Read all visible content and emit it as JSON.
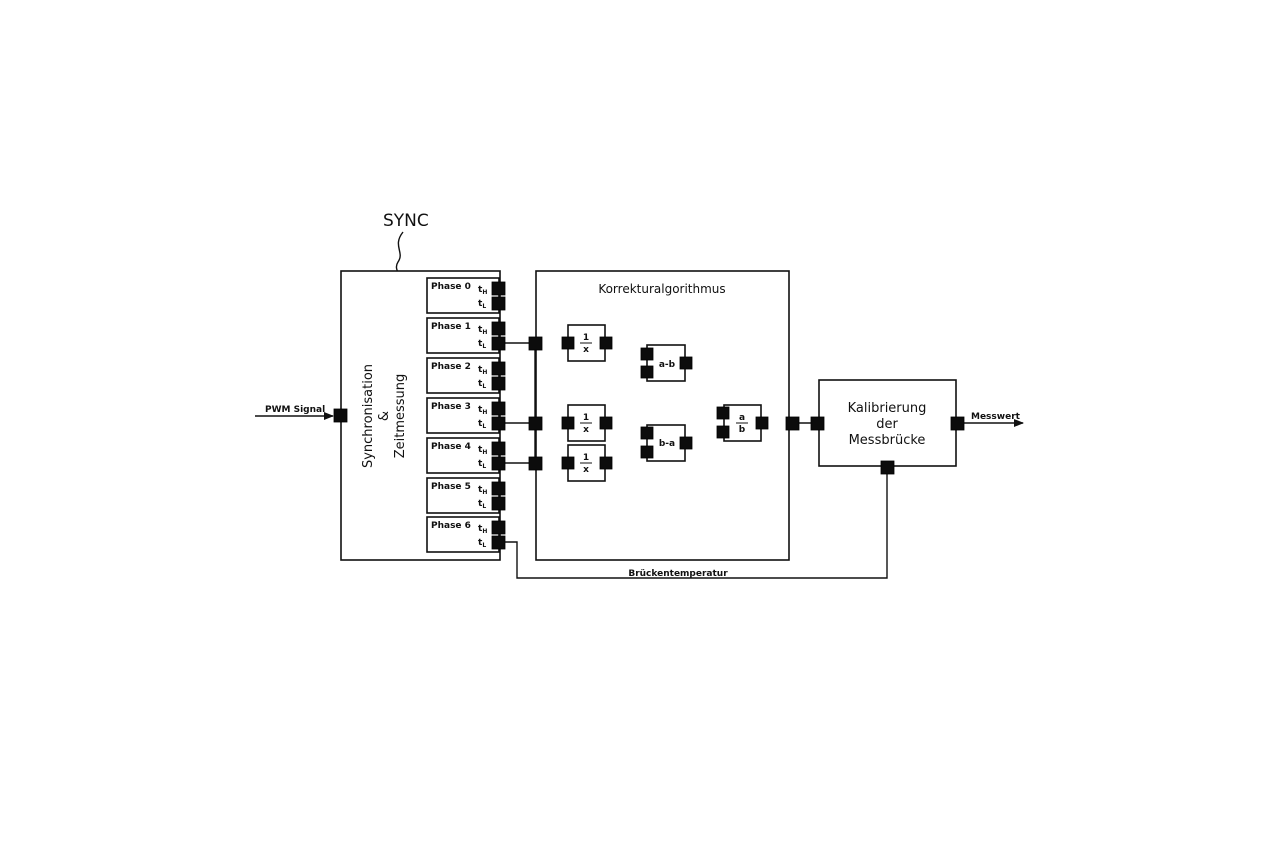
{
  "callout": "SYNC",
  "sync_block": {
    "title_line1": "Synchronisation",
    "title_line2": "&",
    "title_line3": "Zeitmessung"
  },
  "phases": [
    {
      "label": "Phase 0",
      "th": "t",
      "th_sub": "H",
      "tl": "t",
      "tl_sub": "L"
    },
    {
      "label": "Phase 1",
      "th": "t",
      "th_sub": "H",
      "tl": "t",
      "tl_sub": "L"
    },
    {
      "label": "Phase 2",
      "th": "t",
      "th_sub": "H",
      "tl": "t",
      "tl_sub": "L"
    },
    {
      "label": "Phase 3",
      "th": "t",
      "th_sub": "H",
      "tl": "t",
      "tl_sub": "L"
    },
    {
      "label": "Phase 4",
      "th": "t",
      "th_sub": "H",
      "tl": "t",
      "tl_sub": "L"
    },
    {
      "label": "Phase 5",
      "th": "t",
      "th_sub": "H",
      "tl": "t",
      "tl_sub": "L"
    },
    {
      "label": "Phase 6",
      "th": "t",
      "th_sub": "H",
      "tl": "t",
      "tl_sub": "L"
    }
  ],
  "correction_block": {
    "title": "Korrekturalgorithmus",
    "reciprocal_num": "1",
    "reciprocal_den": "x",
    "sub_ab": "a-b",
    "sub_ba": "b-a",
    "div_num": "a",
    "div_den": "b"
  },
  "calibration_block": {
    "line1": "Kalibrierung",
    "line2": "der",
    "line3": "Messbrücke"
  },
  "signals": {
    "input": "PWM Signal",
    "output": "Messwert",
    "temperature": "Brückentemperatur"
  }
}
